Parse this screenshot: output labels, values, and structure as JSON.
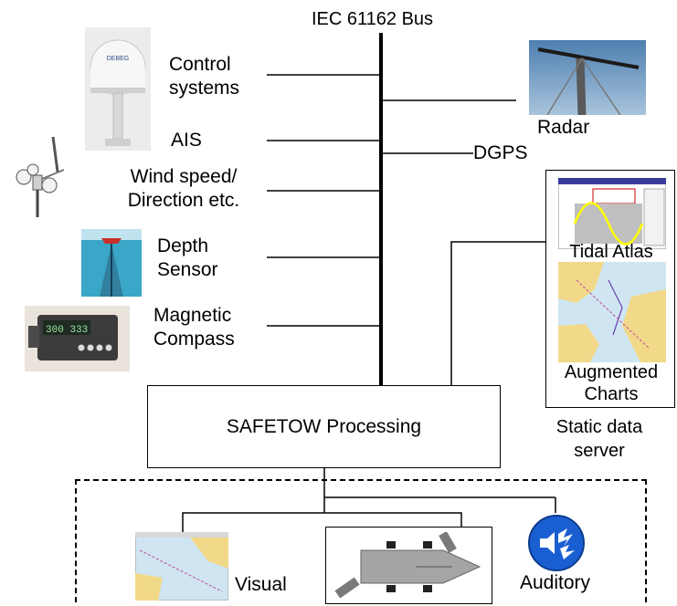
{
  "bus": {
    "title": "IEC 61162 Bus"
  },
  "inputs": {
    "control_systems": "Control\nsystems",
    "ais": "AIS",
    "wind": "Wind speed/\nDirection etc.",
    "depth": "Depth\nSensor",
    "compass": "Magnetic\nCompass",
    "radar": "Radar",
    "dgps": "DGPS"
  },
  "static_server": {
    "tidal_atlas": "Tidal Atlas",
    "augmented_charts": "Augmented\nCharts",
    "caption": "Static data\nserver"
  },
  "processing": {
    "label": "SAFETOW Processing"
  },
  "outputs": {
    "visual": "Visual",
    "auditory": "Auditory"
  },
  "colors": {
    "line": "#000000",
    "auditory_sign": "#1a5fd1",
    "tidal_curve": "#ffff00",
    "tidal_bg": "#bfbfbf",
    "sea": "#3aa7c8",
    "chart_land": "#f2d98a",
    "chart_water": "#cfe6f2",
    "radome": "#e9e9e9",
    "ship_hull": "#a5a5a5"
  }
}
